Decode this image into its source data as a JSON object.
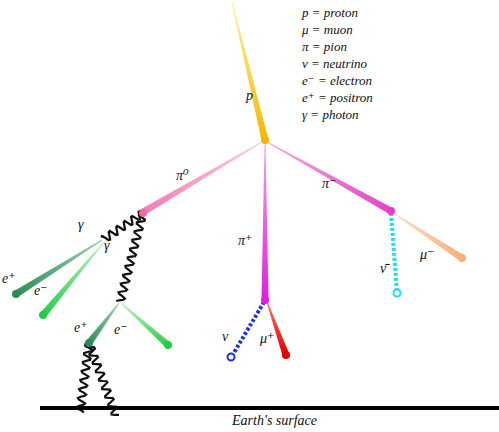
{
  "diagram": {
    "labels": [
      "p = proton",
      "μ = muon",
      "π = pion",
      "ν = neutrino",
      "e⁻ = electron",
      "e⁺ = positron",
      "γ = photon",
      "p",
      "π⁰",
      "π⁺",
      "π⁻",
      "γ",
      "γ",
      "e⁺",
      "e⁻",
      "e⁺",
      "e⁻",
      "ν",
      "μ⁺",
      "ν̄",
      "μ⁻",
      "Earth's surface"
    ]
  }
}
